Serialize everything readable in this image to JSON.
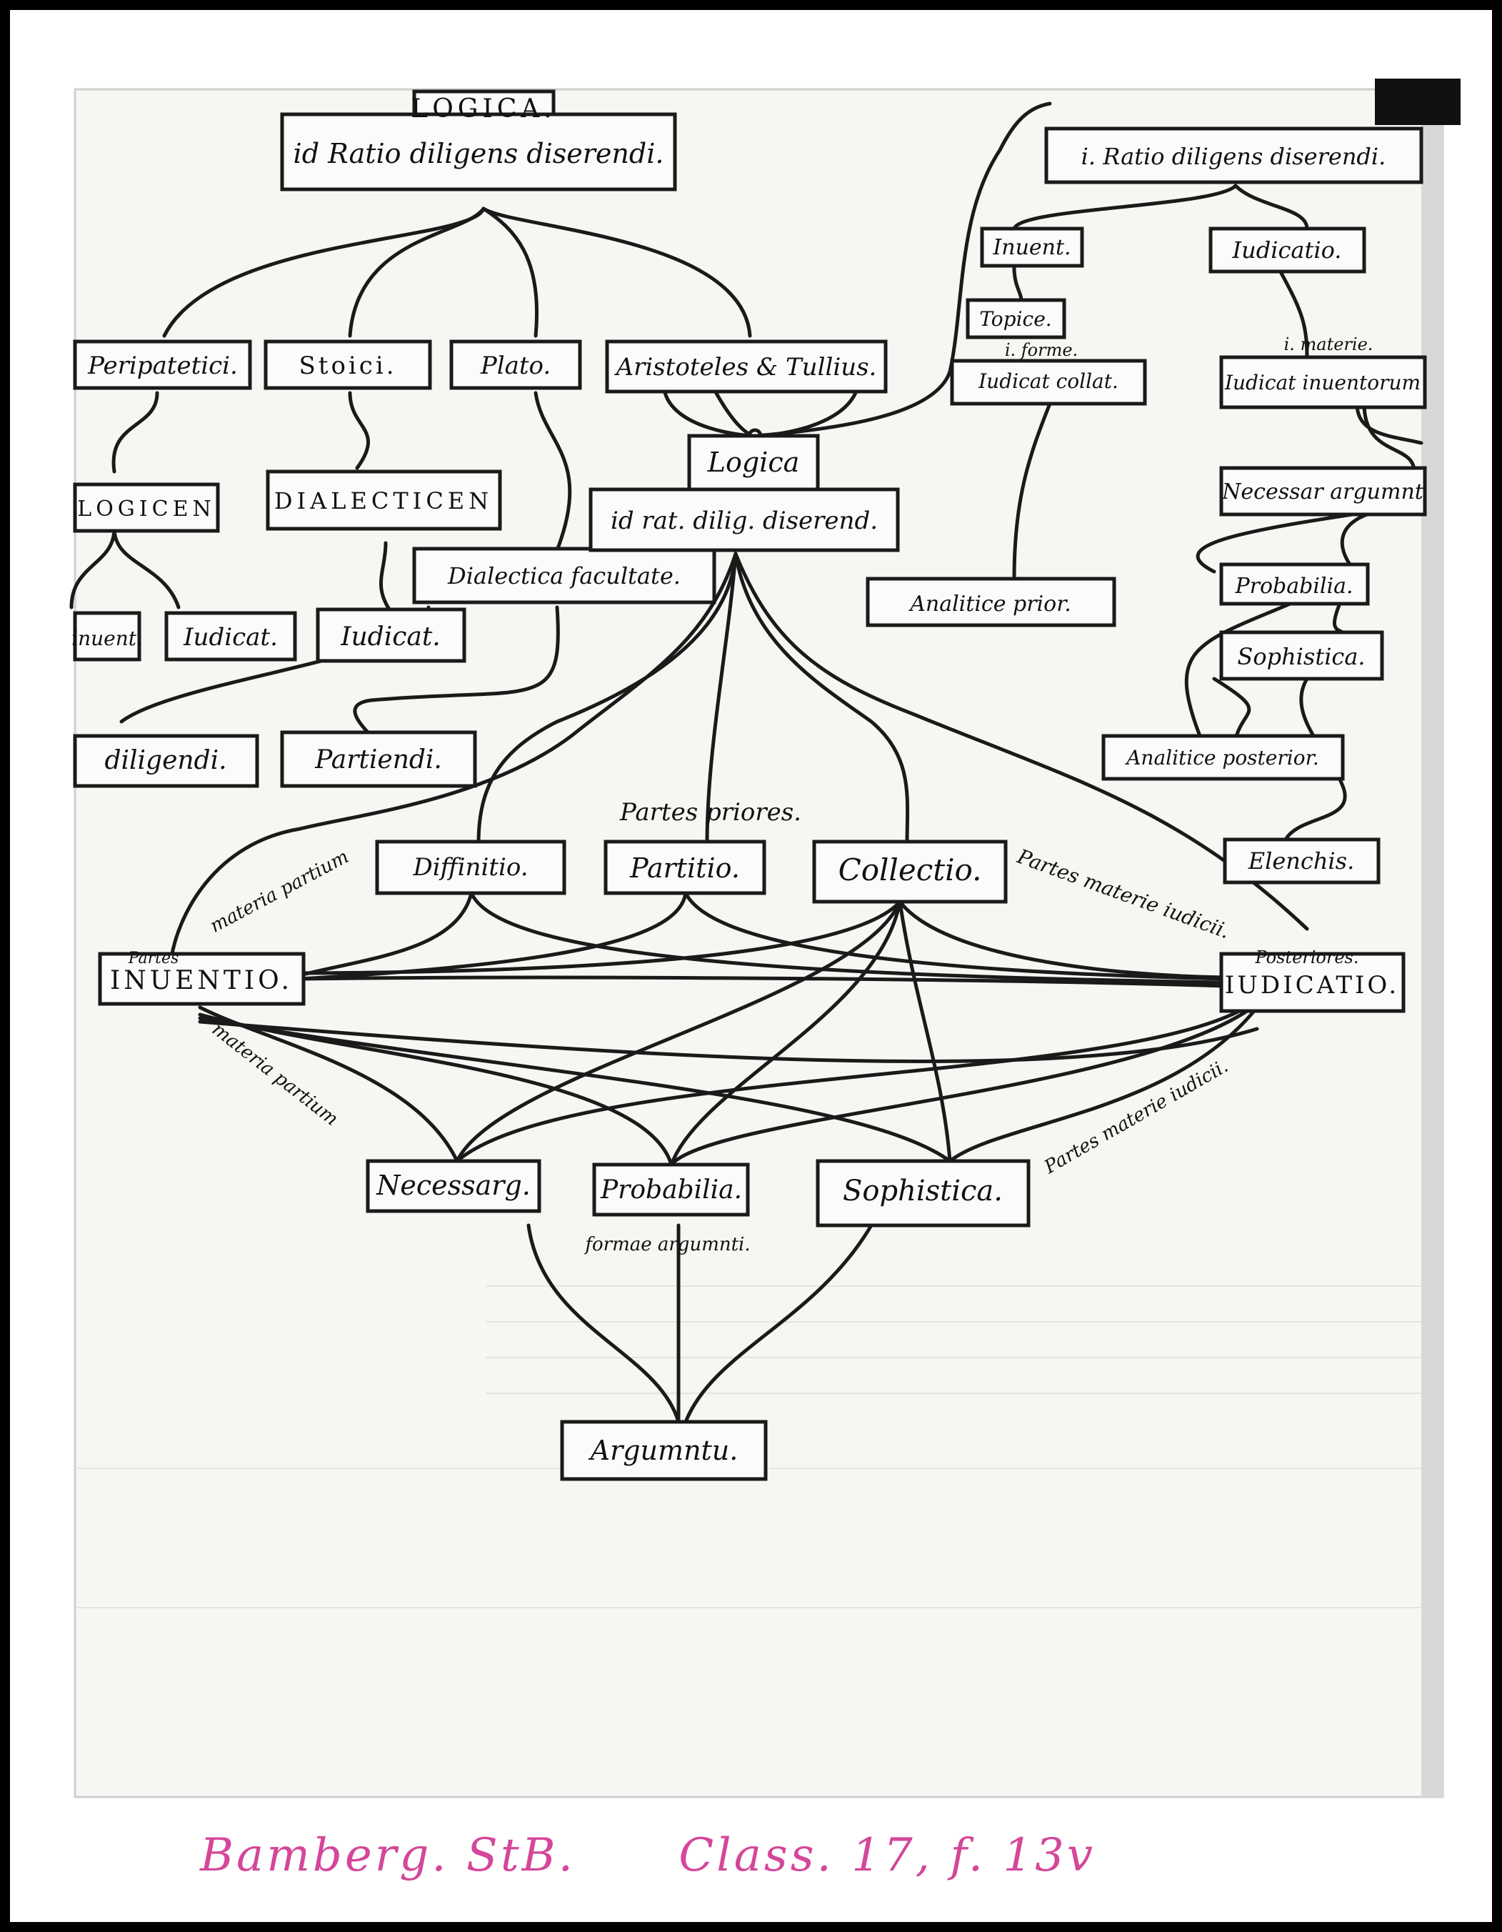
{
  "nodes": {
    "logica_top": "LOGICA.",
    "ratio_left": "id Ratio diligens diserendi.",
    "peripatetici": "Peripatetici.",
    "stoici": "Stoici.",
    "plato": "Plato.",
    "aristoteles": "Aristoteles & Tullius.",
    "logicen": "LOGICEN",
    "dialecticen": "DIALECTICEN",
    "inuent_left": "inuent.",
    "iudicat_a": "Iudicat.",
    "iudicat_b": "Iudicat.",
    "dialectica_fac": "Dialectica facultate.",
    "diligendi": "diligendi.",
    "partiendi": "Partiendi.",
    "logica_mid": "Logica",
    "ratio_mid": "id rat. dilig. diserend.",
    "ratio_right": "i. Ratio diligens diserendi.",
    "inuent_right": "Inuent.",
    "iudicatio_top": "Iudicatio.",
    "topice": "Topice.",
    "iudicat_collat": "Iudicat collat.",
    "iudicat_inuentorum": "Iudicat inuentorum",
    "necessar_argum": "Necessar argumnt",
    "probabilia_r": "Probabilia.",
    "sophistica_r": "Sophistica.",
    "analitice_prior": "Analitice prior.",
    "analitice_posterior": "Analitice posterior.",
    "elenchis": "Elenchis.",
    "diffinitio": "Diffinitio.",
    "partitio": "Partitio.",
    "collectio": "Collectio.",
    "inuentio": "INUENTIO.",
    "iudicatio": "IUDICATIO.",
    "necessarg": "Necessarg.",
    "probabilia": "Probabilia.",
    "sophistica": "Sophistica.",
    "argumentum": "Argumntu."
  },
  "labels": {
    "i_forme": "i. forme.",
    "i_materie": "i. materie.",
    "partes_priores": "Partes priores.",
    "partes_materie_iudicii_top": "Partes materie iudicii.",
    "materia_partium_top": "materia partium",
    "partes": "Partes",
    "posteriores": "Posteriores.",
    "materia_partium_bottom": "materia partium",
    "partes_materie_iudicii_bottom": "Partes materie iudicii.",
    "formae_argumenti": "formae argumnti."
  },
  "caption": {
    "library": "Bamberg. StB.",
    "shelfmark": "Class. 17, f. 13v"
  }
}
